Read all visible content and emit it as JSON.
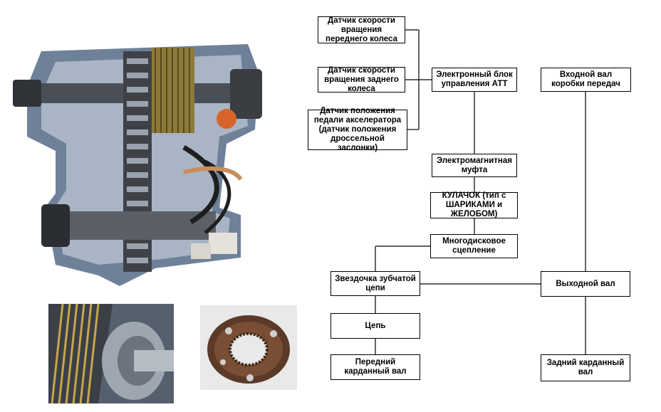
{
  "diagram": {
    "nodes": {
      "front_speed": "Датчик скорости вращения переднего колеса",
      "rear_speed": "Датчик скорости вращения заднего колеса",
      "pedal_pos": "Датчик положения педали акселератора (датчик положения дроссельной заслонки)",
      "ecu": "Электронный блок управления АТТ",
      "input_shaft": "Входной вал коробки передач",
      "em_clutch": "Электромагнитная муфта",
      "cam": "КУЛАЧОК (тип с ШАРИКАМИ и ЖЕЛОБОМ)",
      "multidisc": "Многодисковое сцепление",
      "sprocket": "Звездочка зубчатой цепи",
      "output_shaft": "Выходной вал",
      "chain": "Цепь",
      "front_prop": "Передний карданный вал",
      "rear_prop": "Задний карданный вал"
    }
  },
  "photos": {
    "main": "transfer-case-cutaway",
    "clutch": "multidisc-clutch-closeup",
    "cam": "ball-ramp-cam-ring"
  }
}
